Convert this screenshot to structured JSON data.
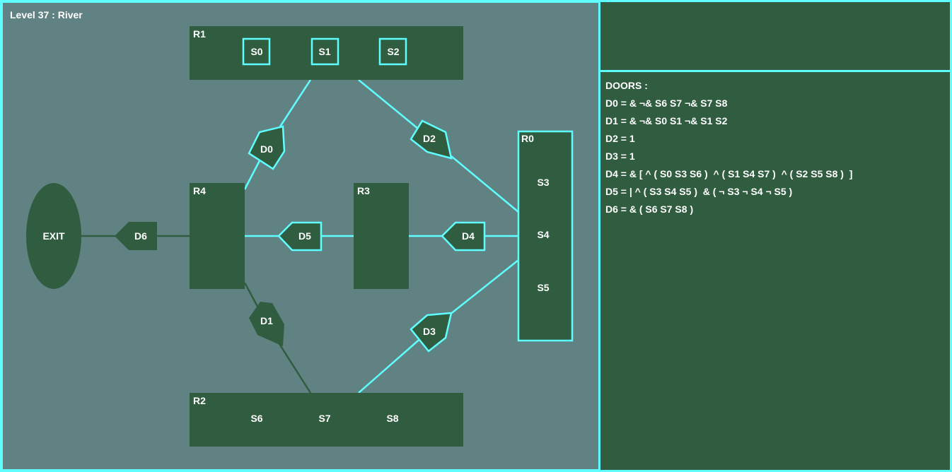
{
  "level": {
    "title": "Level 37 : River"
  },
  "colors": {
    "map_bg": "#618283",
    "room": "#305c40",
    "highlight": "#60ffff",
    "text": "#ffffff"
  },
  "rooms": {
    "r0": "R0",
    "r1": "R1",
    "r2": "R2",
    "r3": "R3",
    "r4": "R4",
    "exit": "EXIT"
  },
  "switches": {
    "s0": "S0",
    "s1": "S1",
    "s2": "S2",
    "s3": "S3",
    "s4": "S4",
    "s5": "S5",
    "s6": "S6",
    "s7": "S7",
    "s8": "S8"
  },
  "doors": {
    "d0": "D0",
    "d1": "D1",
    "d2": "D2",
    "d3": "D3",
    "d4": "D4",
    "d5": "D5",
    "d6": "D6"
  },
  "panel": {
    "heading": "DOORS :",
    "lines": [
      "D0 = & ¬& S6 S7 ¬& S7 S8",
      "D1 = & ¬& S0 S1 ¬& S1 S2",
      "D2 = 1",
      "D3 = 1",
      "D4 = & [ ^ ( S0 S3 S6 )  ^ ( S1 S4 S7 )  ^ ( S2 S5 S8 )  ]",
      "D5 = | ^ ( S3 S4 S5 )  & ( ¬ S3 ¬ S4 ¬ S5 )",
      "D6 = & ( S6 S7 S8 )"
    ]
  }
}
